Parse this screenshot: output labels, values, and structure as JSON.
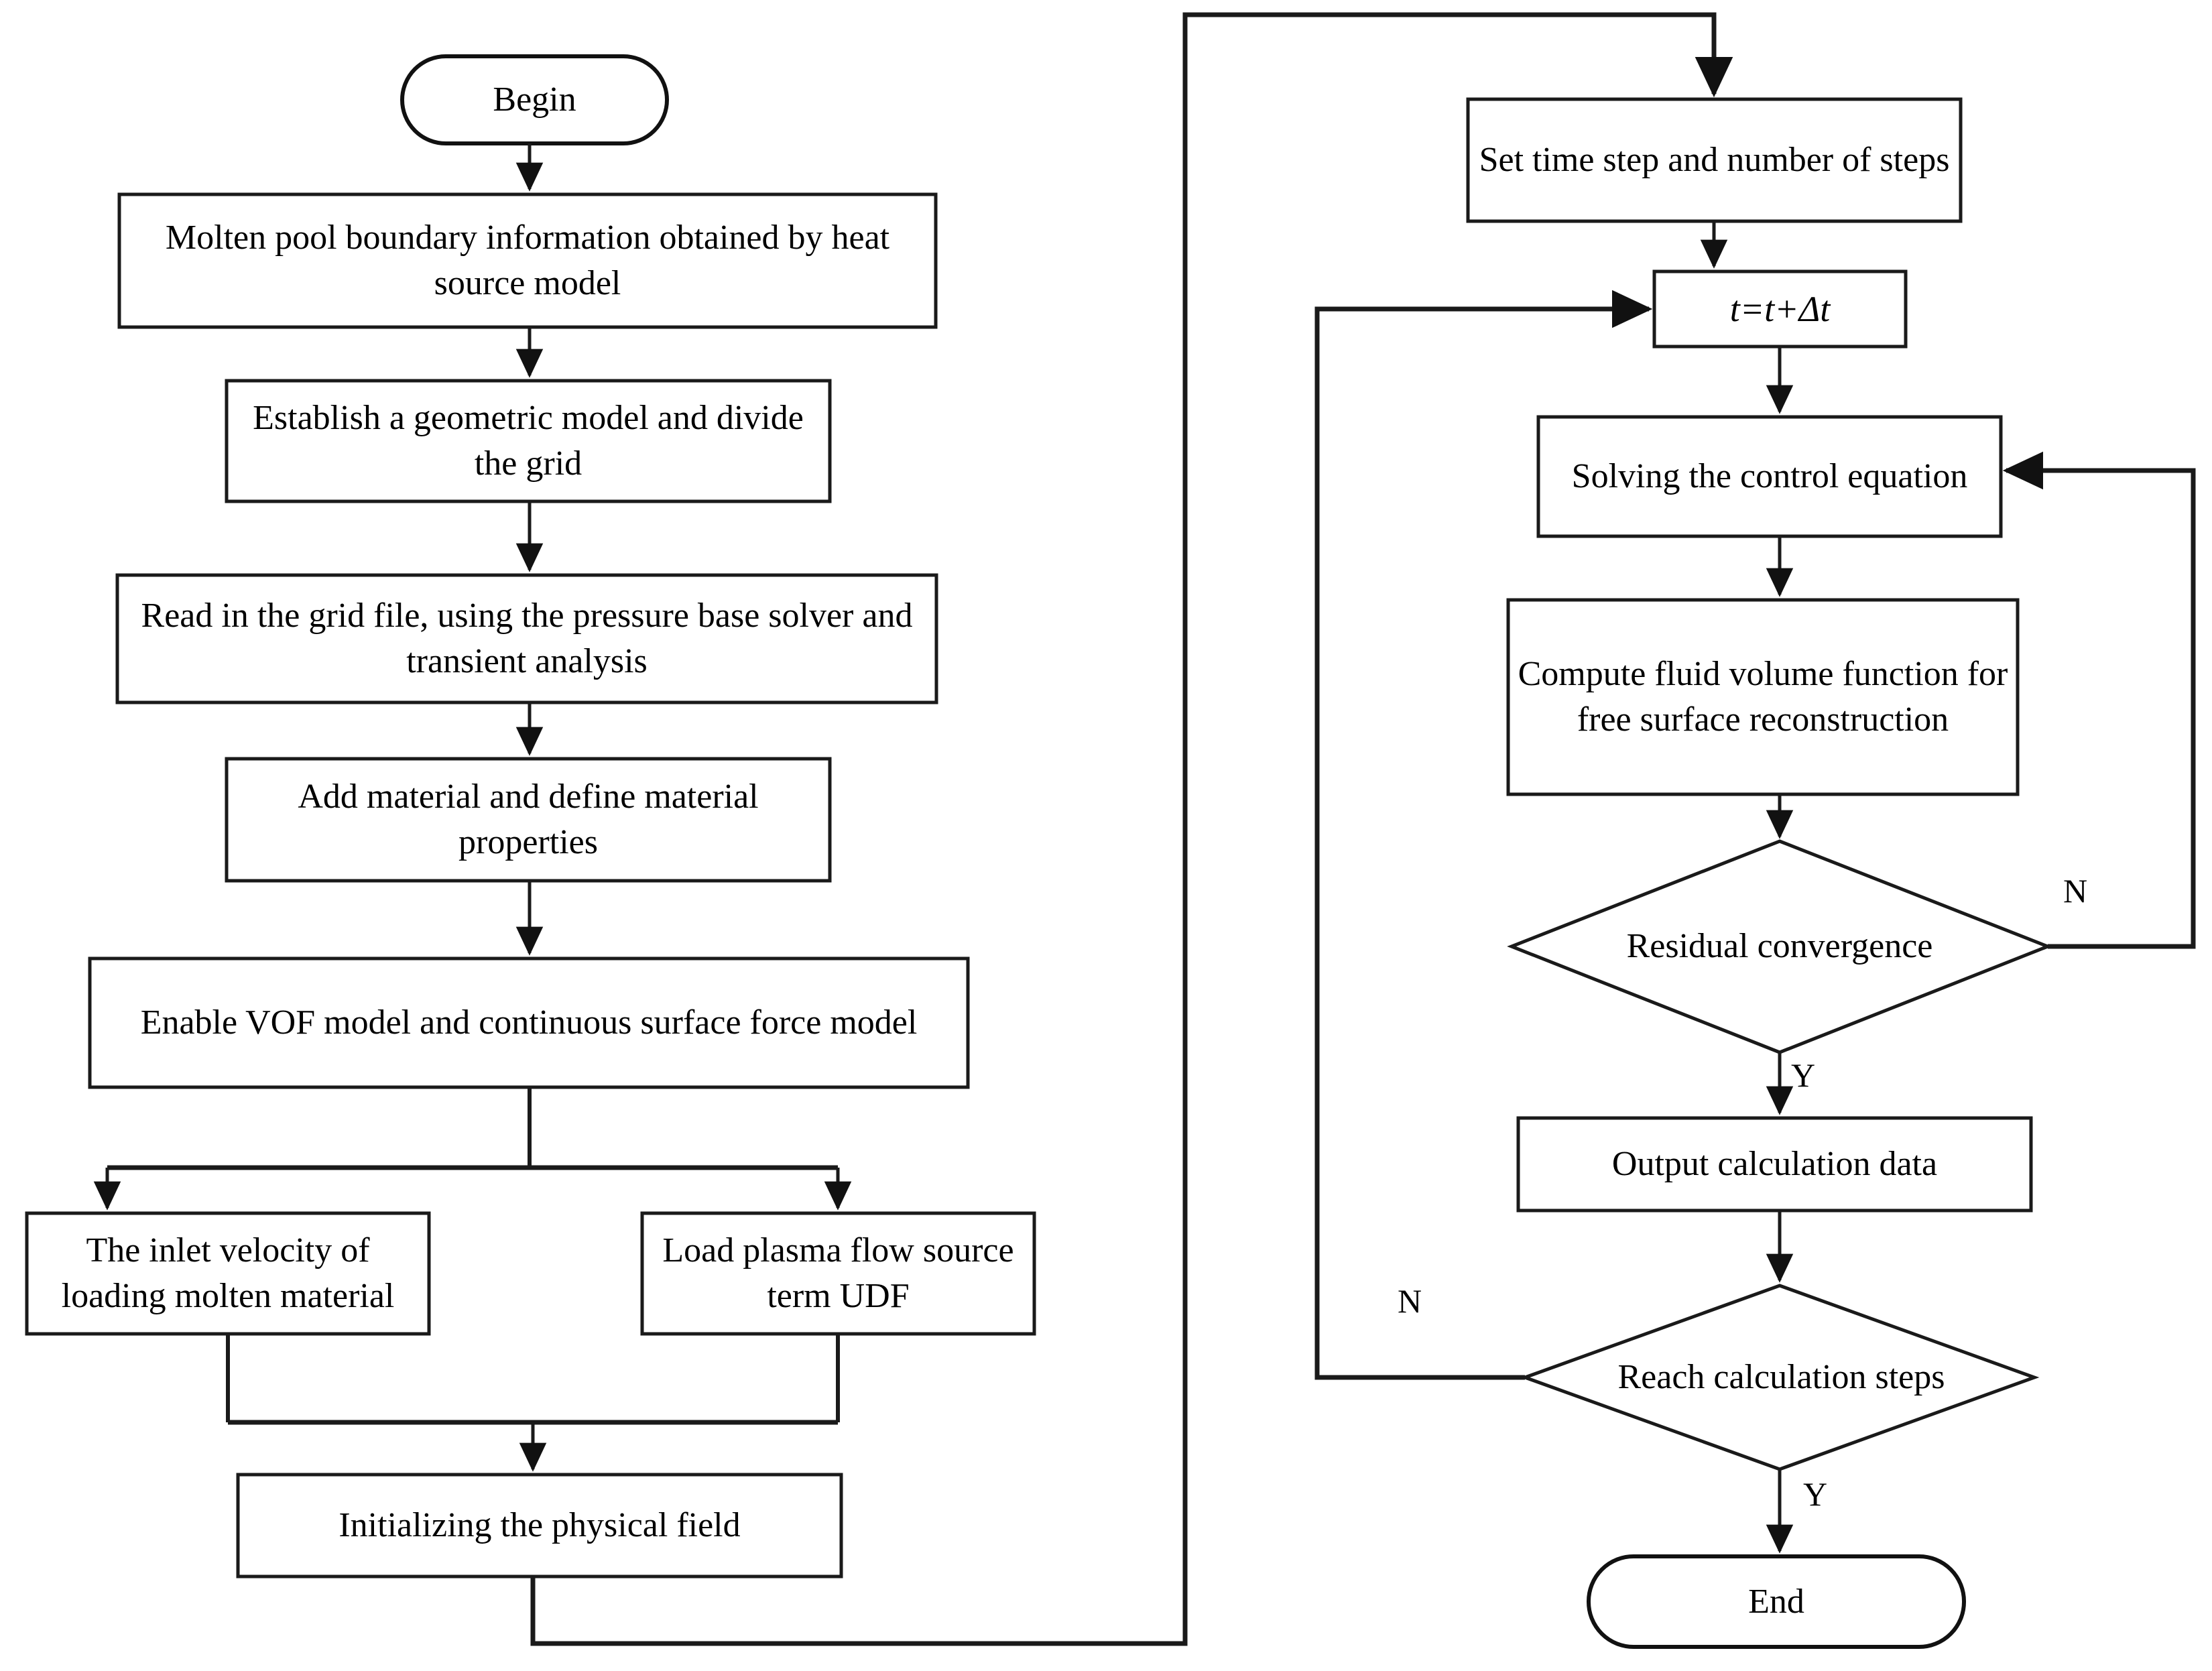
{
  "diagram": {
    "title": "CFD molten pool simulation flowchart",
    "stroke_color": "#1a1a1a",
    "fill_color": "#ffffff",
    "text_color": "#000000"
  },
  "nodes": {
    "begin": "Begin",
    "molten_pool": "Molten pool boundary information obtained by heat source model",
    "geometric_model": "Establish a geometric model and divide the grid",
    "read_grid": "Read in the grid file, using the pressure base solver and transient analysis",
    "add_material": "Add material and define material properties",
    "enable_vof": "Enable VOF model and continuous surface force model",
    "inlet_velocity": "The inlet velocity of loading molten material",
    "plasma_udf": "Load plasma flow source term UDF",
    "initialize_field": "Initializing the physical field",
    "set_time_step": "Set time step and number of steps",
    "time_increment": "t=t+Δt",
    "solve_control": "Solving the control equation",
    "compute_vof": "Compute fluid volume function for free surface reconstruction",
    "residual_convergence": "Residual convergence",
    "output_data": "Output calculation data",
    "reach_steps": "Reach  calculation steps",
    "end": "End"
  },
  "edge_labels": {
    "residual_no": "N",
    "residual_yes": "Y",
    "reach_no": "N",
    "reach_yes": "Y"
  }
}
